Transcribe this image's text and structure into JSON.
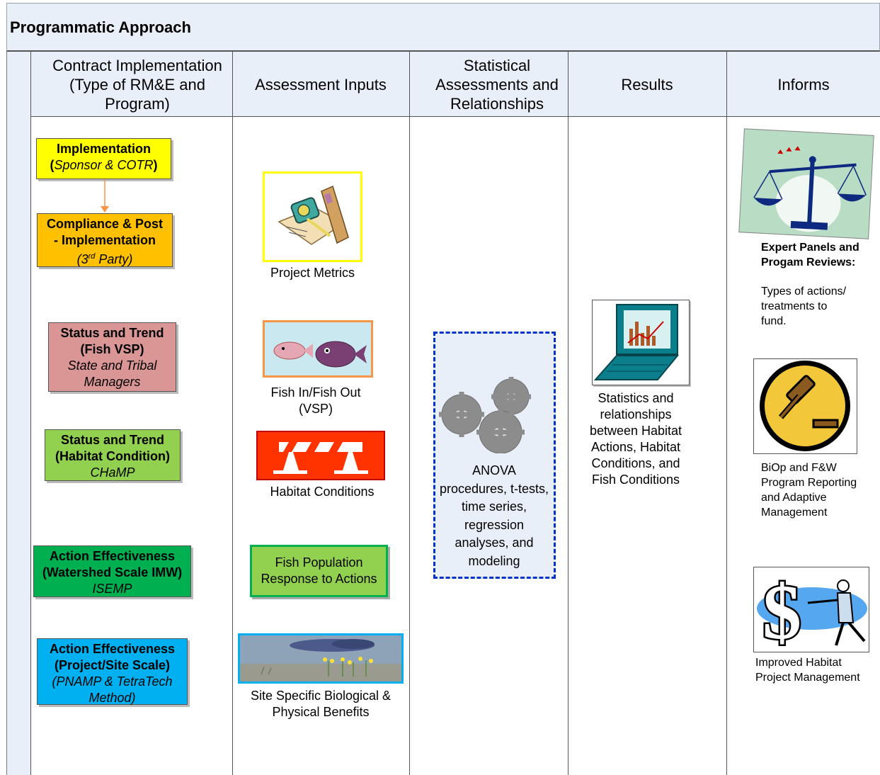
{
  "title": "Programmatic Approach",
  "columns": {
    "contract": "Contract Implementation (Type of RM&E and Program)",
    "inputs": "Assessment Inputs",
    "statistical": "Statistical Assessments and Relationships",
    "results": "Results",
    "informs": "Informs"
  },
  "contract_boxes": {
    "implementation": {
      "title": "Implementation",
      "sub_pre": "(",
      "sub_italic": "Sponsor & COTR",
      "sub_post": ")",
      "color": "#ffff00"
    },
    "compliance": {
      "title1": "Compliance & Post",
      "title2": "- Implementation",
      "sub_pre": "(3",
      "sub_sup": "rd",
      "sub_post": " Party)",
      "color": "#ffc000"
    },
    "status_fish": {
      "title1": "Status and Trend",
      "title2": "(Fish VSP)",
      "sub1": "State and Tribal",
      "sub2": "Managers",
      "color": "#da9694"
    },
    "status_habitat": {
      "title1": "Status and Trend",
      "title2": "(Habitat Condition)",
      "sub": "CHaMP",
      "color": "#92d050"
    },
    "action_watershed": {
      "title1": "Action Effectiveness",
      "title2": "(Watershed Scale IMW)",
      "sub": "ISEMP",
      "color": "#00b050"
    },
    "action_project": {
      "title1": "Action Effectiveness",
      "title2": "(Project/Site Scale)",
      "sub1": "(PNAMP & TetraTech",
      "sub2": "Method)",
      "color": "#00b0f0"
    }
  },
  "inputs": {
    "project_metrics": "Project Metrics",
    "fish": "Fish In/Fish Out (VSP)",
    "habitat": "Habitat Conditions",
    "fish_population": "Fish Population Response to Actions",
    "site_specific": "Site Specific Biological & Physical Benefits"
  },
  "statistical": {
    "anova": "ANOVA procedures, t-tests, time series, regression analyses, and modeling"
  },
  "results": {
    "text": "Statistics and relationships between Habitat Actions, Habitat Conditions, and Fish Conditions"
  },
  "informs": {
    "expert_bold": "Expert Panels and Progam Reviews:",
    "expert_text": "Types of actions/ treatments to fund.",
    "biop": "BiOp and F&W Program Reporting and Adaptive Management",
    "improved": "Improved Habitat Project Management"
  },
  "icons": [
    "scales-of-justice-icon",
    "gavel-icon",
    "dollar-sign-icon",
    "laptop-chart-icon",
    "gears-icon",
    "tape-measure-map-icon",
    "fish-icon",
    "road-barrier-icon",
    "weather-landscape-icon"
  ]
}
